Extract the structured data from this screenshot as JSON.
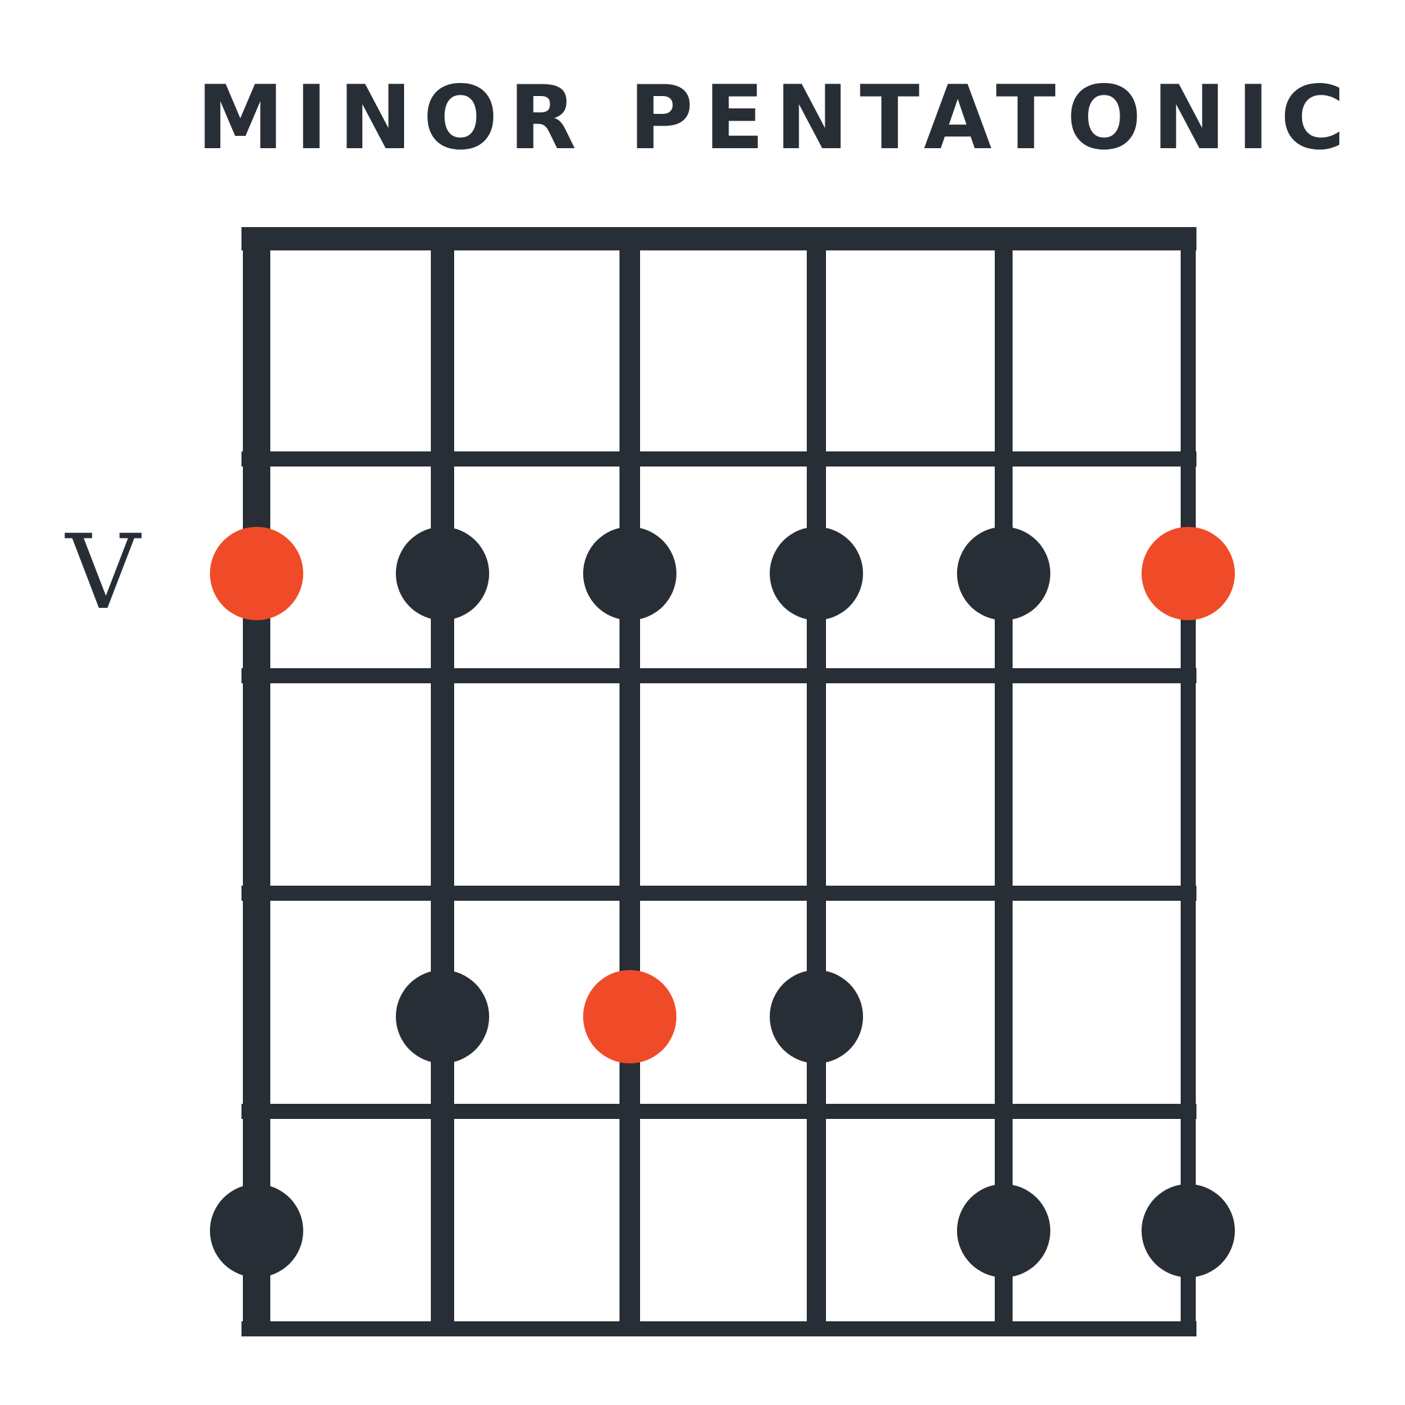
{
  "title": "MINOR PENTATONIC",
  "fret_label": "V",
  "colors": {
    "line": "#282e36",
    "dot": "#282e36",
    "root": "#f04b28",
    "background": "#ffffff"
  },
  "diagram": {
    "strings": 6,
    "frets": 5,
    "notes": [
      {
        "string": 1,
        "row": 1,
        "root": true
      },
      {
        "string": 2,
        "row": 1,
        "root": false
      },
      {
        "string": 3,
        "row": 1,
        "root": false
      },
      {
        "string": 4,
        "row": 1,
        "root": false
      },
      {
        "string": 5,
        "row": 1,
        "root": false
      },
      {
        "string": 6,
        "row": 1,
        "root": true
      },
      {
        "string": 2,
        "row": 3,
        "root": false
      },
      {
        "string": 3,
        "row": 3,
        "root": true
      },
      {
        "string": 4,
        "row": 3,
        "root": false
      },
      {
        "string": 1,
        "row": 4,
        "root": false
      },
      {
        "string": 5,
        "row": 4,
        "root": false
      },
      {
        "string": 6,
        "row": 4,
        "root": false
      }
    ]
  }
}
